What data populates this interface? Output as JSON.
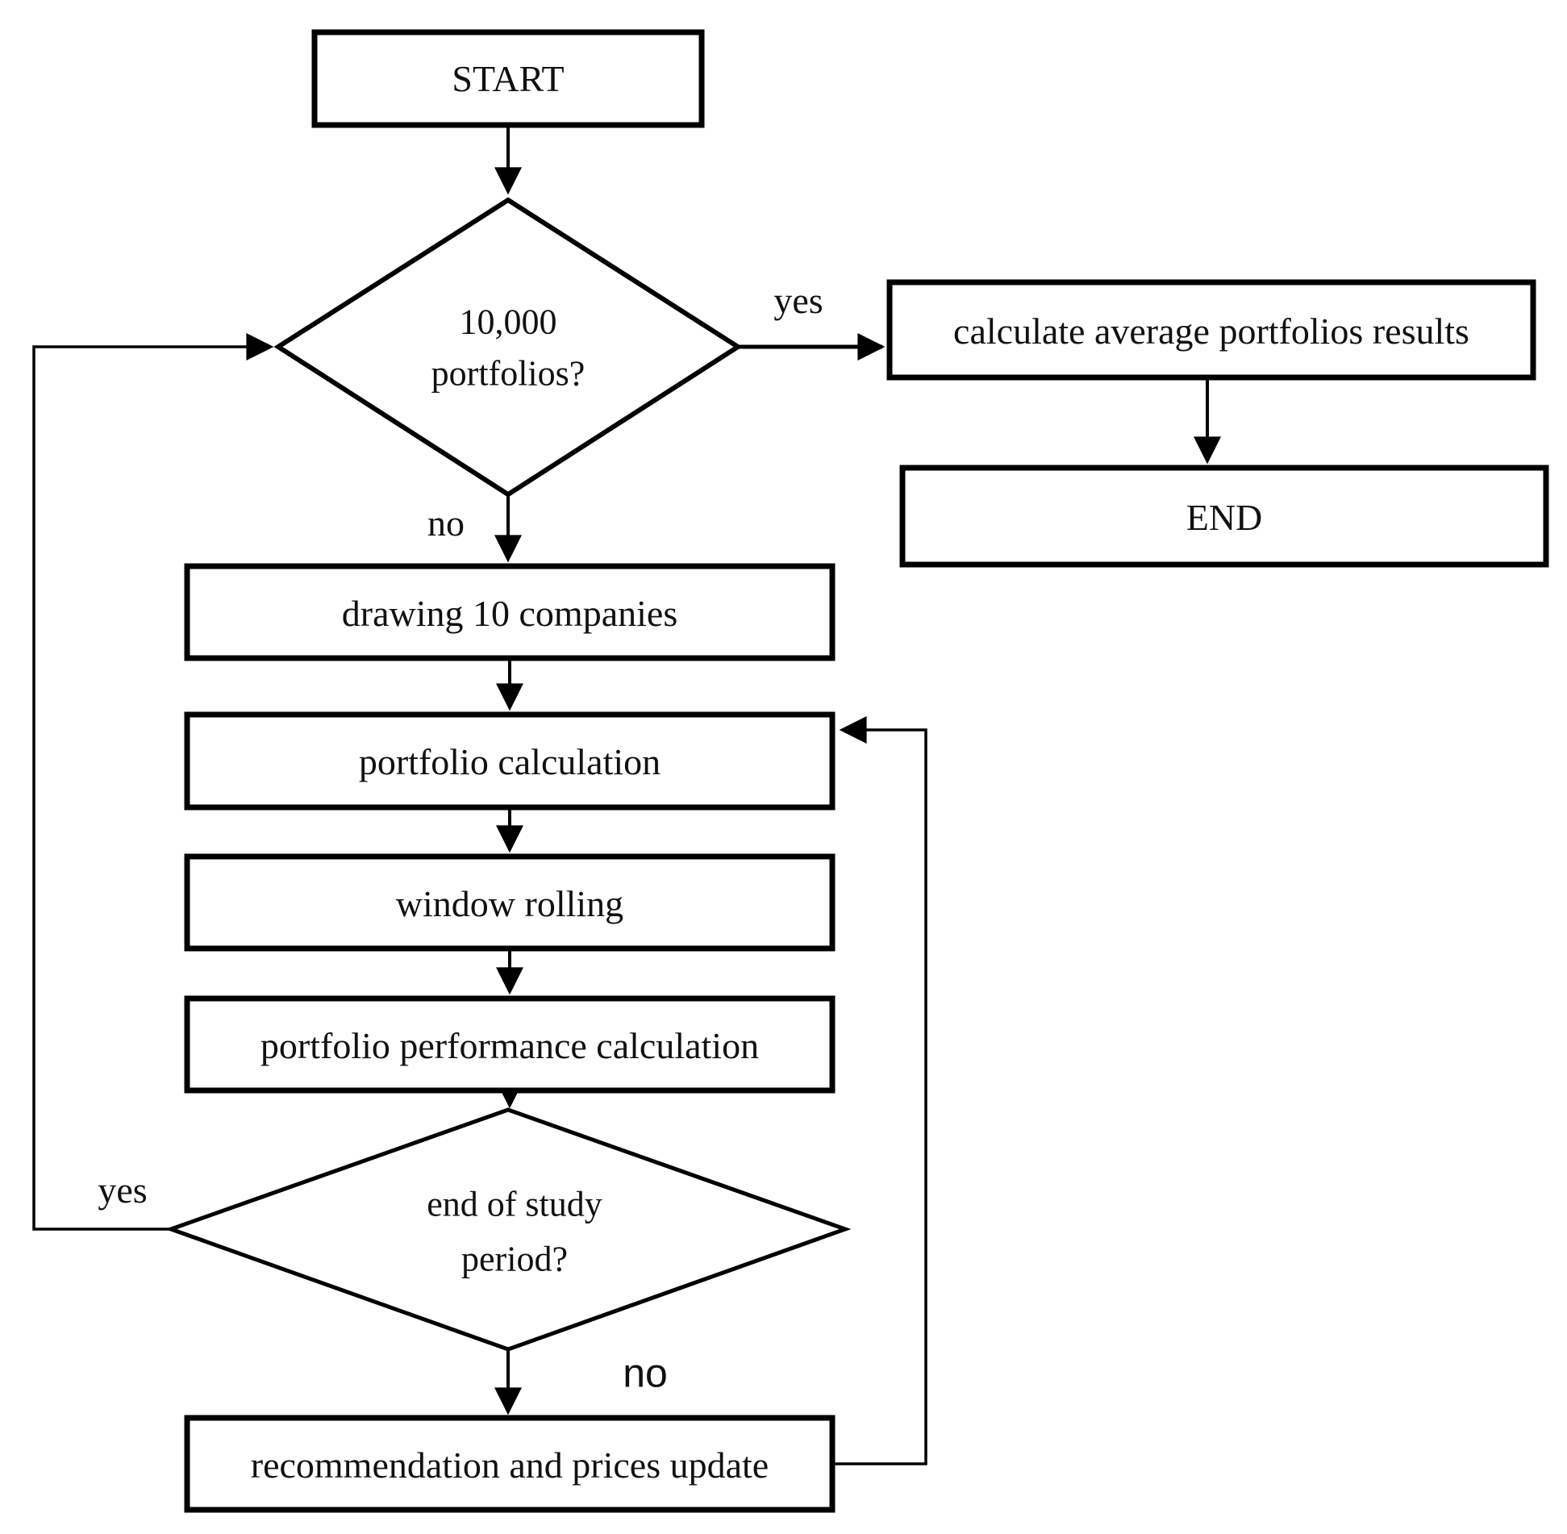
{
  "diagram": {
    "type": "flowchart",
    "colors": {
      "background": "#ffffff",
      "stroke": "#000000",
      "text": "#111111"
    },
    "nodes": {
      "start": {
        "label": "START"
      },
      "portfolios_decision": {
        "label_line1": "10,000",
        "label_line2": "portfolios?"
      },
      "calc_average": {
        "label": "calculate average portfolios results"
      },
      "end": {
        "label": "END"
      },
      "drawing_companies": {
        "label": "drawing 10 companies"
      },
      "portfolio_calculation": {
        "label": "portfolio calculation"
      },
      "window_rolling": {
        "label": "window rolling"
      },
      "performance_calculation": {
        "label": "portfolio performance calculation"
      },
      "study_period_decision": {
        "label_line1": "end of study",
        "label_line2": "period?"
      },
      "recommendation": {
        "label": "recommendation and prices update"
      }
    },
    "edge_labels": {
      "yes_top": "yes",
      "no_top": "no",
      "yes_left": "yes",
      "no_bottom": "no"
    }
  }
}
